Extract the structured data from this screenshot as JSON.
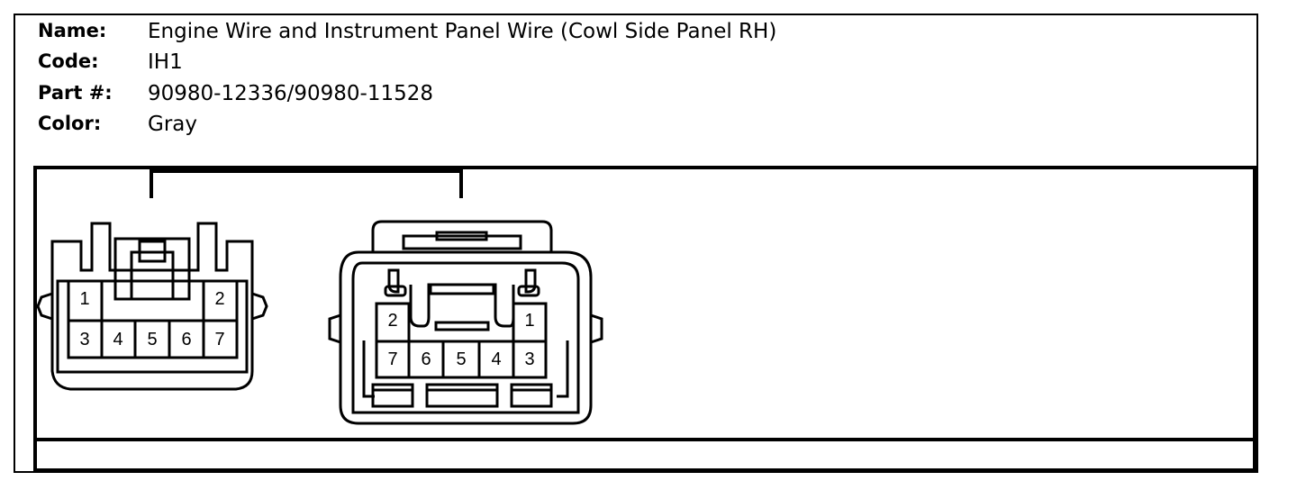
{
  "fields": [
    {
      "label": "Name:",
      "value": "Engine Wire and Instrument Panel Wire (Cowl Side Panel RH)"
    },
    {
      "label": "Code:",
      "value": "IH1"
    },
    {
      "label": "Part #:",
      "value": "90980-12336/90980-11528"
    },
    {
      "label": "Color:",
      "value": "Gray"
    }
  ],
  "left_connector": {
    "top_pins": [
      "1",
      "2"
    ],
    "bottom_pins": [
      "3",
      "4",
      "5",
      "6",
      "7"
    ]
  },
  "right_connector": {
    "top_pins": [
      "2",
      "1"
    ],
    "bottom_pins": [
      "7",
      "6",
      "5",
      "4",
      "3"
    ]
  }
}
